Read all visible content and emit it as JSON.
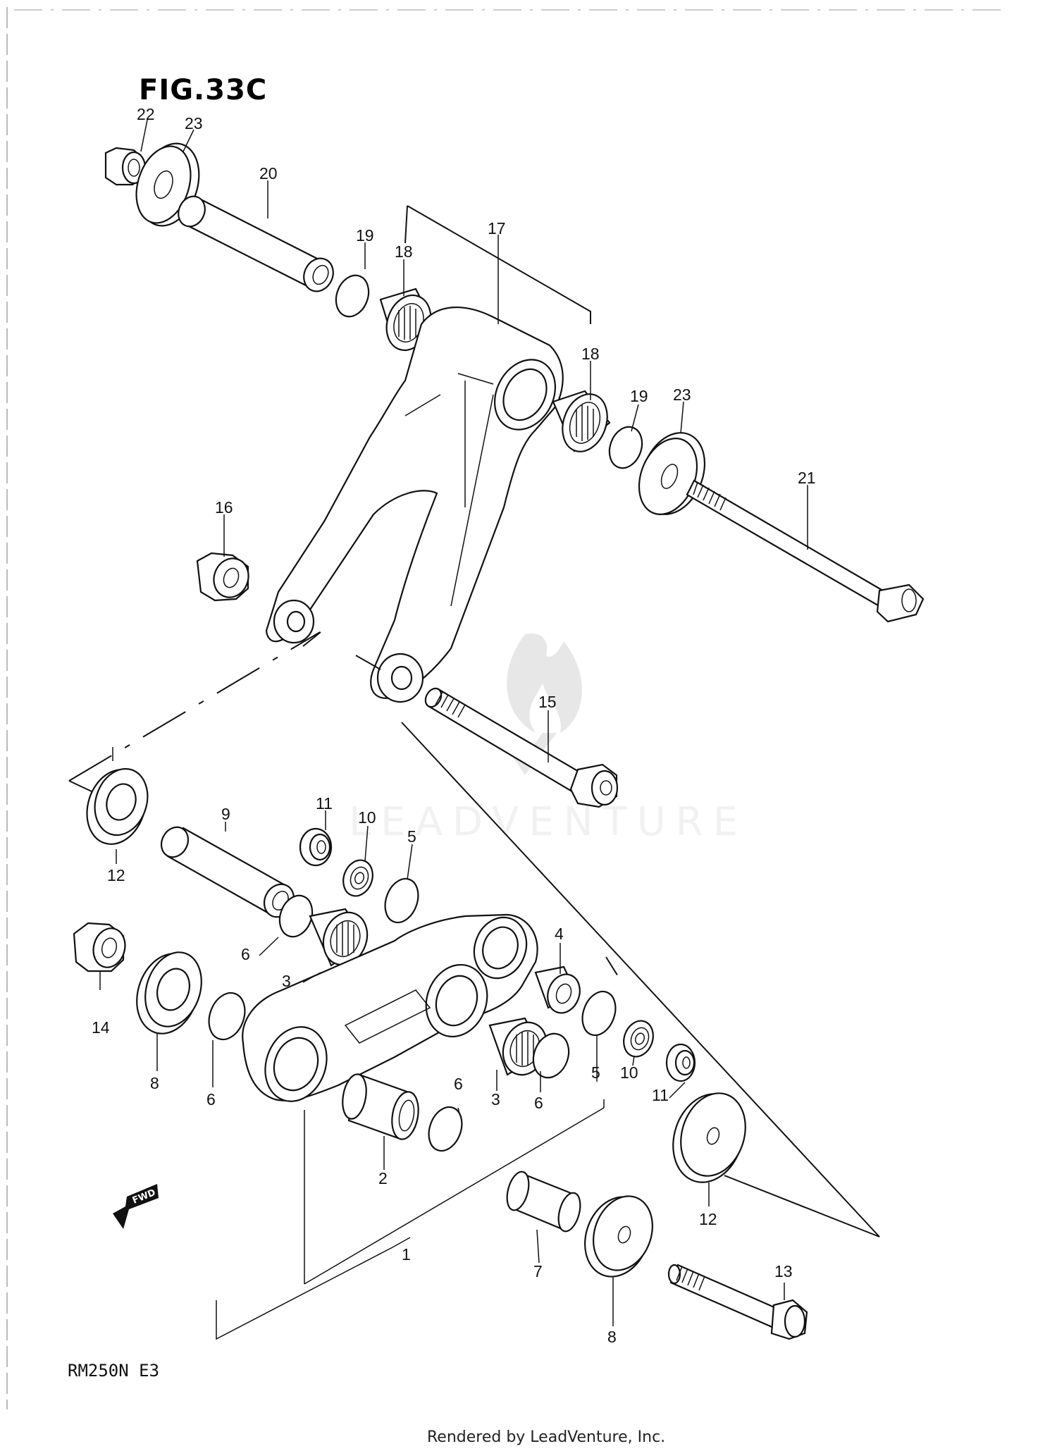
{
  "figure": {
    "title": "FIG.33C"
  },
  "model_code": "RM250N  E3",
  "footer": "Rendered by LeadVenture, Inc.",
  "watermark": {
    "text": "LEADVENTURE",
    "color": "#cfcfcf"
  },
  "fwd_indicator": {
    "label": "FWD"
  },
  "callouts": [
    "22",
    "23",
    "20",
    "19",
    "18",
    "17",
    "18",
    "19",
    "23",
    "21",
    "16",
    "15",
    "9",
    "11",
    "10",
    "5",
    "12",
    "14",
    "6",
    "3",
    "4",
    "8",
    "6",
    "10",
    "11",
    "3",
    "6",
    "5",
    "6",
    "2",
    "12",
    "1",
    "7",
    "8",
    "13"
  ]
}
